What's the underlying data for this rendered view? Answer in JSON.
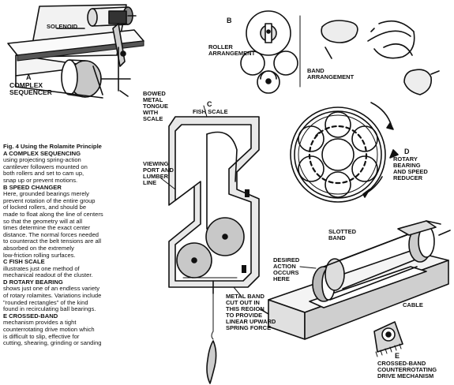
{
  "labels": {
    "solenoid": "SOLENOID",
    "a_letter": "A",
    "a_title": [
      "COMPLEX",
      "SEQUENCER"
    ],
    "b_letter": "B",
    "roller_arrangement": [
      "ROLLER",
      "ARRANGEMENT"
    ],
    "band_arrangement": [
      "BAND",
      "ARRANGEMENT"
    ],
    "bowed_tongue": [
      "BOWED",
      "METAL",
      "TONGUE",
      "WITH",
      "SCALE"
    ],
    "c_letter": "C",
    "fish_scale": "FISH SCALE",
    "viewing_port": [
      "VIEWING",
      "PORT AND",
      "LUMBER",
      "LINE"
    ],
    "metal_band": [
      "METAL BAND",
      "CUT OUT IN",
      "THIS REGION",
      "TO PROVIDE",
      "LINEAR UPWARD",
      "SPRING FORCE"
    ],
    "d_letter": "D",
    "rotary_bearing": [
      "ROTARY",
      "BEARING",
      "AND SPEED",
      "REDUCER"
    ],
    "slotted_band": [
      "SLOTTED",
      "BAND"
    ],
    "desired_action": [
      "DESIRED",
      "ACTION",
      "OCCURS",
      "HERE"
    ],
    "cable": "CABLE",
    "e_letter": "E",
    "crossed_band": [
      "CROSSED-BAND",
      "COUNTERROTATING",
      "DRIVE MECHANISM"
    ]
  },
  "caption": {
    "title": "Fig. 4   Using the Rolamite Principle",
    "sections": [
      {
        "head": "A  COMPLEX SEQUENCING",
        "body": [
          "using projecting spring-action",
          "cantilever followers mounted on",
          "both rollers and set to cam up,",
          "snap up or prevent motions."
        ]
      },
      {
        "head": "B  SPEED CHANGER",
        "body": [
          "Here, grounded bearings merely",
          "prevent rotation of the entire group",
          "of locked rollers, and should be",
          "made to float along the line of centers",
          "so that the geometry will at all",
          "times determine the exact center",
          "distance. The normal forces needed",
          "to counteract the belt tensions are all",
          "absorbed on the extremely",
          "low-friction rolling surfaces."
        ]
      },
      {
        "head": "C  FISH SCALE",
        "body": [
          "illustrates just one method of",
          "mechanical readout of the cluster."
        ]
      },
      {
        "head": "D  ROTARY BEARING",
        "body": [
          "shows just one of an endless variety",
          "of rotary rolamites. Variations include",
          "\"rounded rectangles\" of the kind",
          "found in recirculating ball bearings."
        ]
      },
      {
        "head": "E  CROSSED-BAND",
        "body": [
          "mechanism provides a tight",
          "counterrotating drive motion which",
          "is difficult to slip, effective for",
          "cutting, shearing, grinding or sanding"
        ]
      }
    ]
  }
}
